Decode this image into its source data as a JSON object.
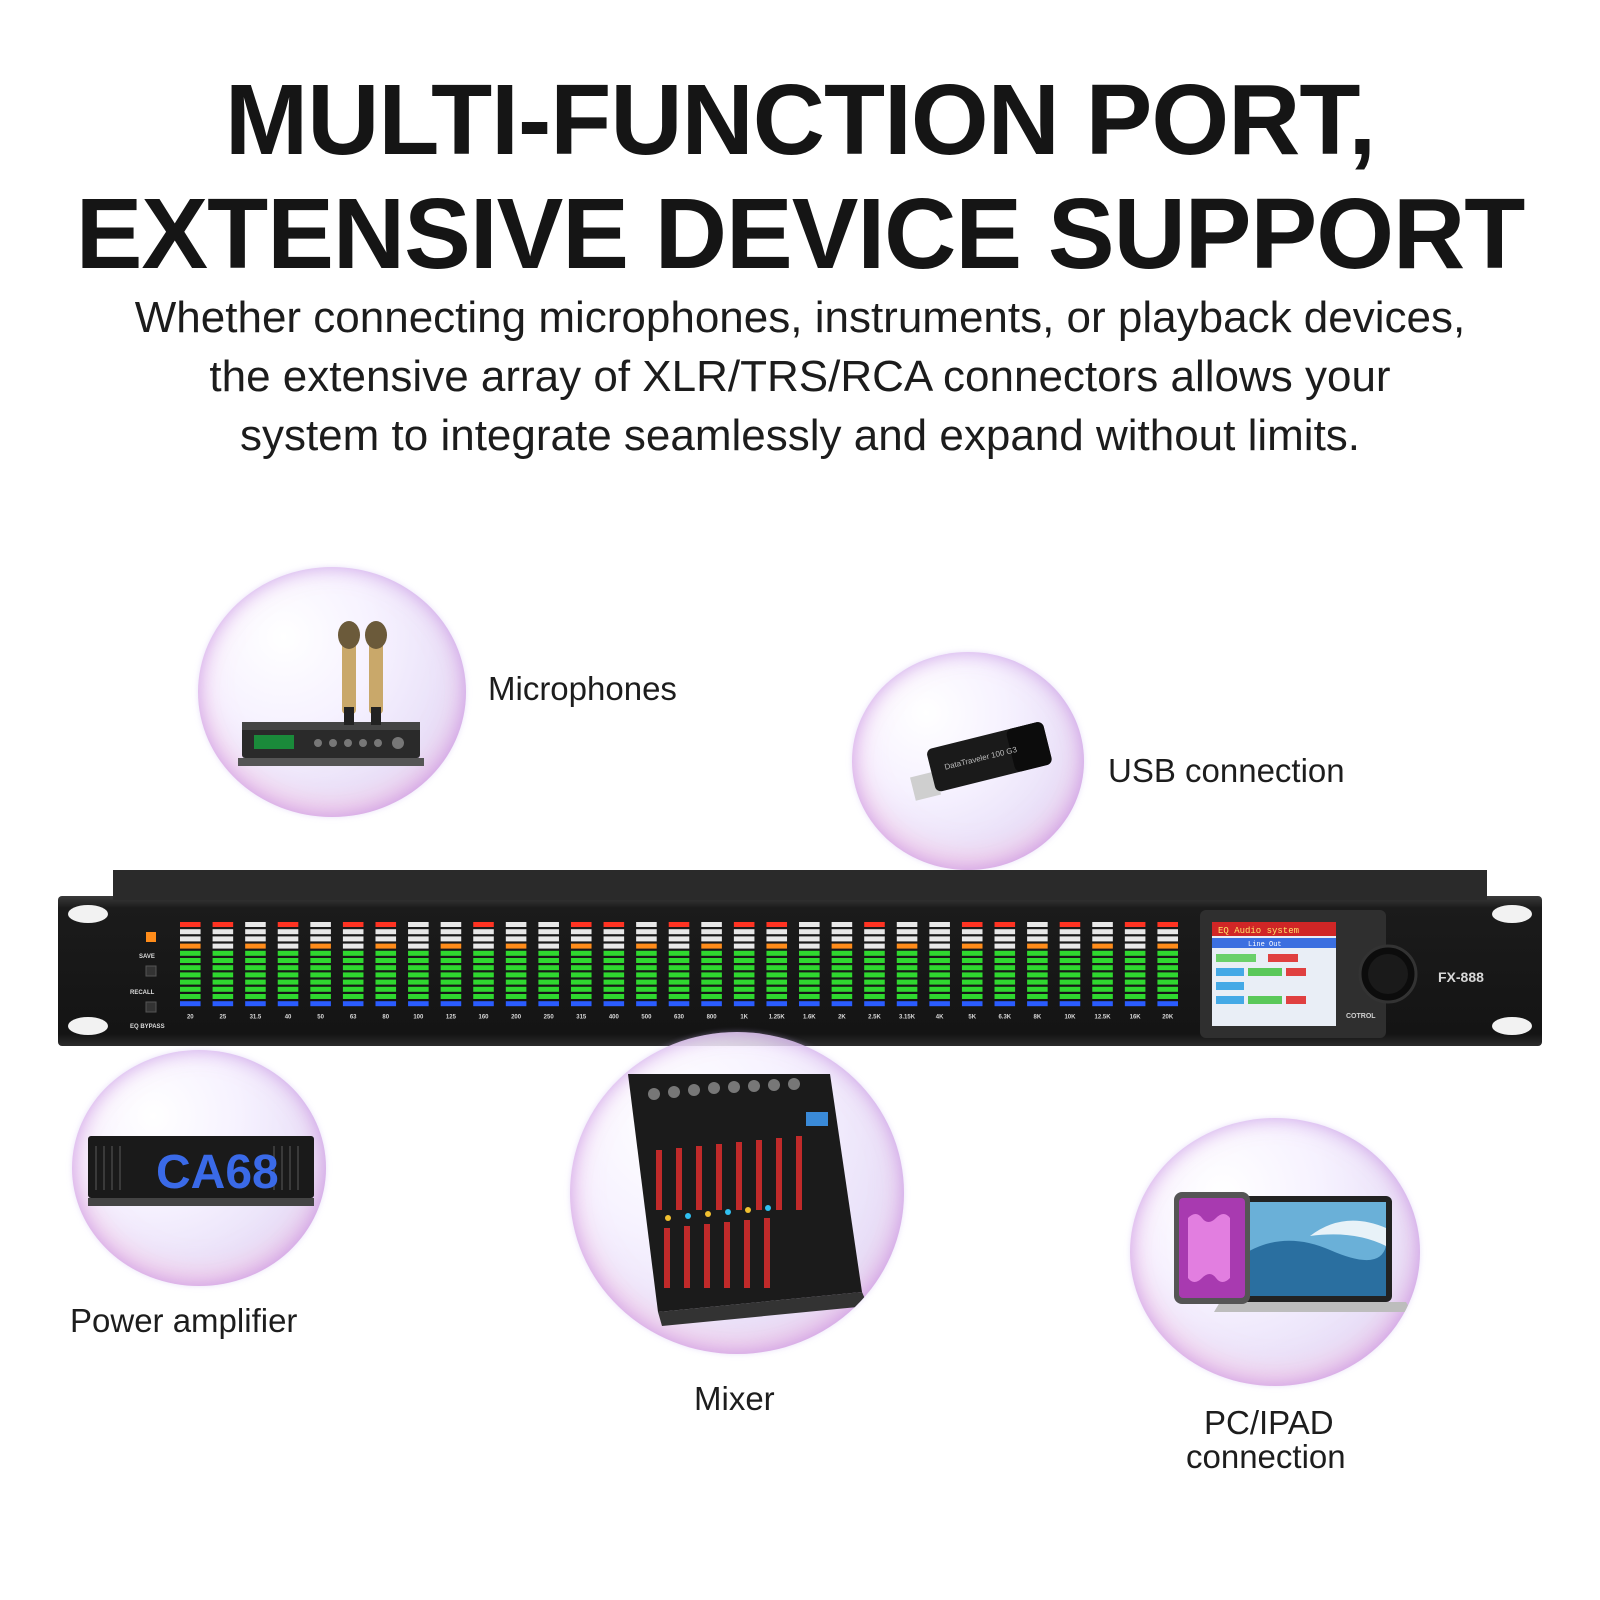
{
  "headline": {
    "line1": "MULTI-FUNCTION PORT,",
    "line2": "EXTENSIVE DEVICE SUPPORT"
  },
  "subtitle": {
    "line1": "Whether connecting microphones, instruments, or playback devices,",
    "line2": "the extensive array of XLR/TRS/RCA connectors allows your",
    "line3": "system to integrate seamlessly and expand without limits."
  },
  "devices": [
    {
      "label": "Microphones",
      "icon": "microphone-receiver-icon"
    },
    {
      "label": "USB connection",
      "icon": "usb-drive-icon"
    },
    {
      "label": "Power amplifier",
      "icon": "power-amplifier-icon",
      "badge": "CA68"
    },
    {
      "label": "Mixer",
      "icon": "mixer-icon"
    },
    {
      "label_line1": "PC/IPAD",
      "label_line2": "connection",
      "icon": "laptop-tablet-icon"
    }
  ],
  "equalizer": {
    "model": "FX-888",
    "buttons": [
      "SAVE",
      "RECALL",
      "EQ BYPASS"
    ],
    "knob_label": "COTROL",
    "screen_title": "EQ Audio system",
    "screen_subtitle": "Line Out",
    "bands": [
      "20",
      "25",
      "31.5",
      "40",
      "50",
      "63",
      "80",
      "100",
      "125",
      "160",
      "200",
      "250",
      "315",
      "400",
      "500",
      "630",
      "800",
      "1K",
      "1.25K",
      "1.6K",
      "2K",
      "2.5K",
      "3.15K",
      "4K",
      "5K",
      "6.3K",
      "8K",
      "10K",
      "12.5K",
      "16K",
      "20K"
    ],
    "led_colors": {
      "green": "#2fd82f",
      "orange": "#ff8c1a",
      "red": "#ff3322",
      "white": "#e8e8e8",
      "blue": "#2a5cff"
    }
  }
}
